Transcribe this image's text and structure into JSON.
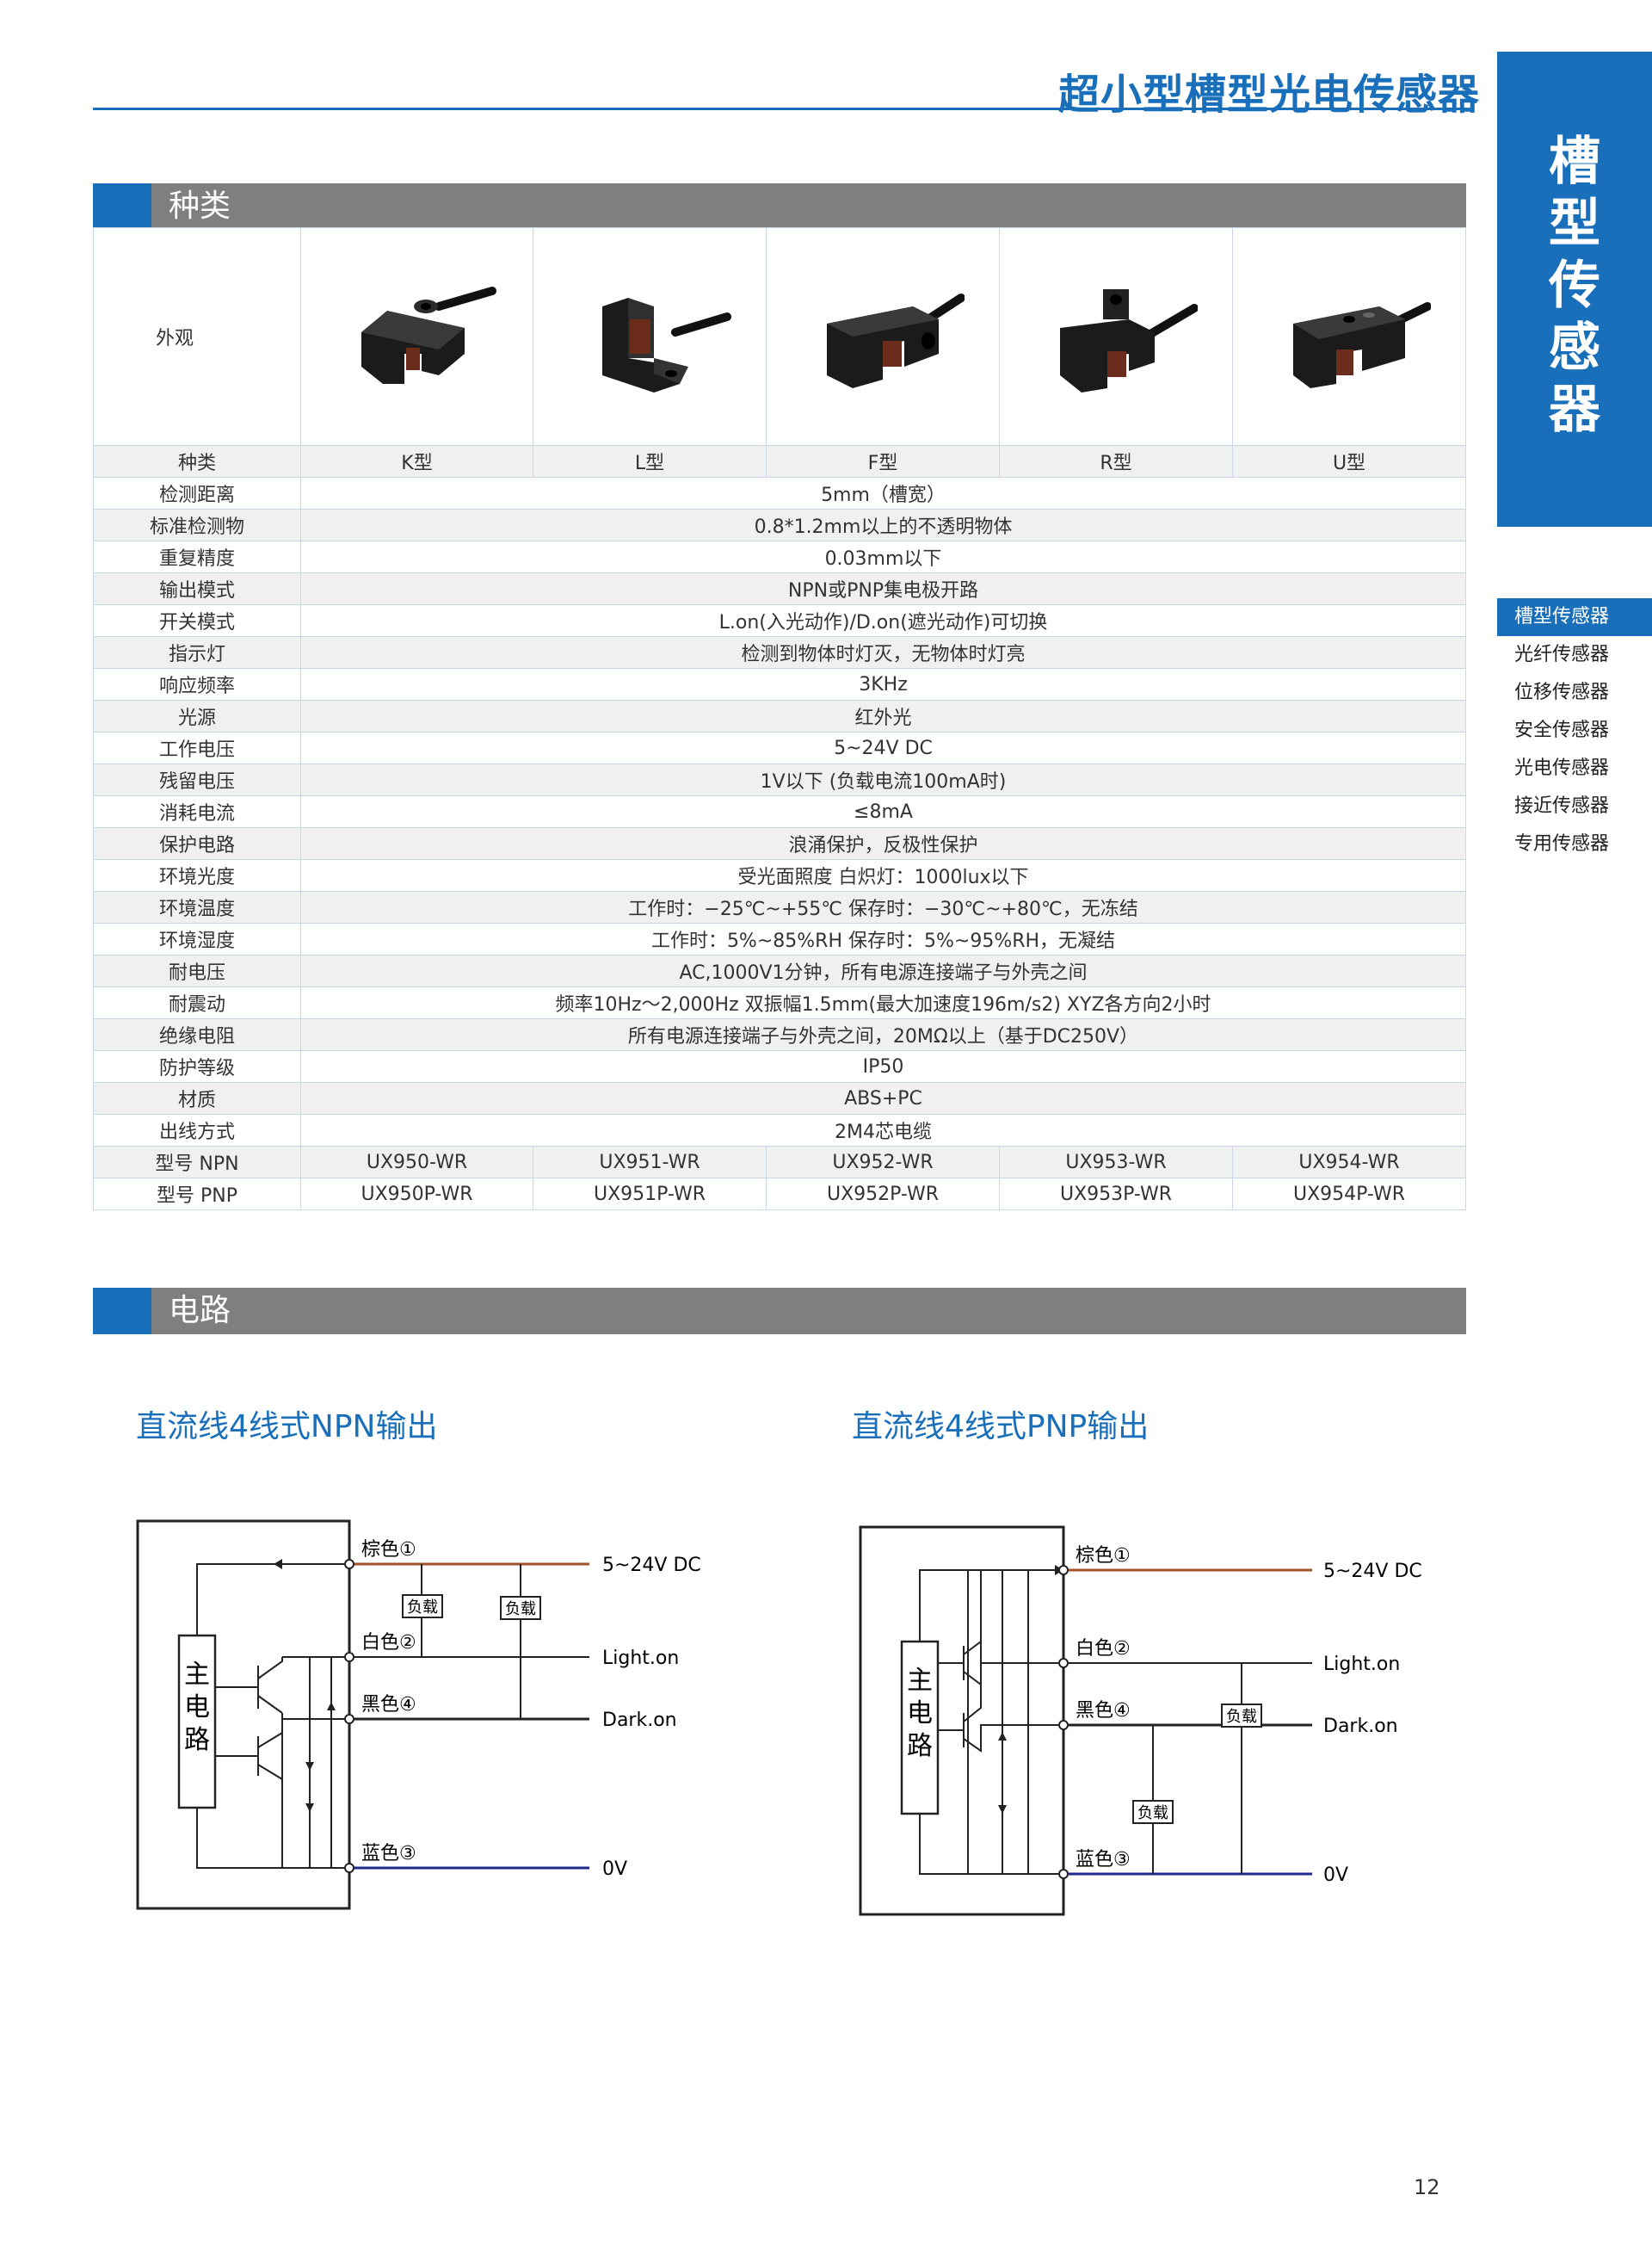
{
  "header": {
    "title": "超小型槽型光电传感器"
  },
  "side": {
    "band_label": "槽型传感器",
    "nav": [
      "槽型传感器",
      "光纤传感器",
      "位移传感器",
      "安全传感器",
      "光电传感器",
      "接近传感器",
      "专用传感器"
    ]
  },
  "section1": {
    "label": "种类"
  },
  "section2": {
    "label": "电路"
  },
  "table": {
    "appearance_label": "外观",
    "type_label": "种类",
    "types": [
      "K型",
      "L型",
      "F型",
      "R型",
      "U型"
    ],
    "rows": [
      {
        "label": "检测距离",
        "value": "5mm（槽宽）"
      },
      {
        "label": "标准检测物",
        "value": "0.8*1.2mm以上的不透明物体"
      },
      {
        "label": "重复精度",
        "value": "0.03mm以下"
      },
      {
        "label": "输出模式",
        "value": "NPN或PNP集电极开路"
      },
      {
        "label": "开关模式",
        "value": "L.on(入光动作)/D.on(遮光动作)可切换"
      },
      {
        "label": "指示灯",
        "value": "检测到物体时灯灭，无物体时灯亮"
      },
      {
        "label": "响应频率",
        "value": "3KHz"
      },
      {
        "label": "光源",
        "value": "红外光"
      },
      {
        "label": "工作电压",
        "value": "5~24V DC"
      },
      {
        "label": "残留电压",
        "value": "1V以下 (负载电流100mA时)"
      },
      {
        "label": "消耗电流",
        "value": "≤8mA"
      },
      {
        "label": "保护电路",
        "value": "浪涌保护，反极性保护"
      },
      {
        "label": "环境光度",
        "value": "受光面照度 白炽灯：1000lux以下"
      },
      {
        "label": "环境温度",
        "value": "工作时：−25℃~+55℃  保存时：−30℃~+80℃，无冻结"
      },
      {
        "label": "环境湿度",
        "value": "工作时：5%~85%RH  保存时：5%~95%RH，无凝结"
      },
      {
        "label": "耐电压",
        "value": "AC,1000V1分钟，所有电源连接端子与外壳之间"
      },
      {
        "label": "耐震动",
        "value": "频率10Hz～2,000Hz   双振幅1.5mm(最大加速度196m/s2)   XYZ各方向2小时"
      },
      {
        "label": "绝缘电阻",
        "value": "所有电源连接端子与外壳之间，20MΩ以上（基于DC250V）"
      },
      {
        "label": "防护等级",
        "value": "IP50"
      },
      {
        "label": "材质",
        "value": "ABS+PC"
      },
      {
        "label": "出线方式",
        "value": "2M4芯电缆"
      }
    ],
    "npn_label": "型号   NPN",
    "npn_models": [
      "UX950-WR",
      "UX951-WR",
      "UX952-WR",
      "UX953-WR",
      "UX954-WR"
    ],
    "pnp_label": "型号   PNP",
    "pnp_models": [
      "UX950P-WR",
      "UX951P-WR",
      "UX952P-WR",
      "UX953P-WR",
      "UX954P-WR"
    ]
  },
  "circuits": {
    "npn_title": "直流线4线式NPN输出",
    "pnp_title": "直流线4线式PNP输出",
    "main_circuit": "主电路",
    "brown": "棕色①",
    "white": "白色②",
    "black": "黑色④",
    "blue": "蓝色③",
    "load": "负载",
    "v_supply": "5~24V DC",
    "light_on": "Light.on",
    "dark_on": "Dark.on",
    "zero_v": "0V"
  },
  "page_number": "12",
  "colors": {
    "accent": "#1a6fba",
    "bar_gray": "#7f7f7f",
    "brown_wire": "#a0522d",
    "blue_wire": "#1f2a8a"
  }
}
